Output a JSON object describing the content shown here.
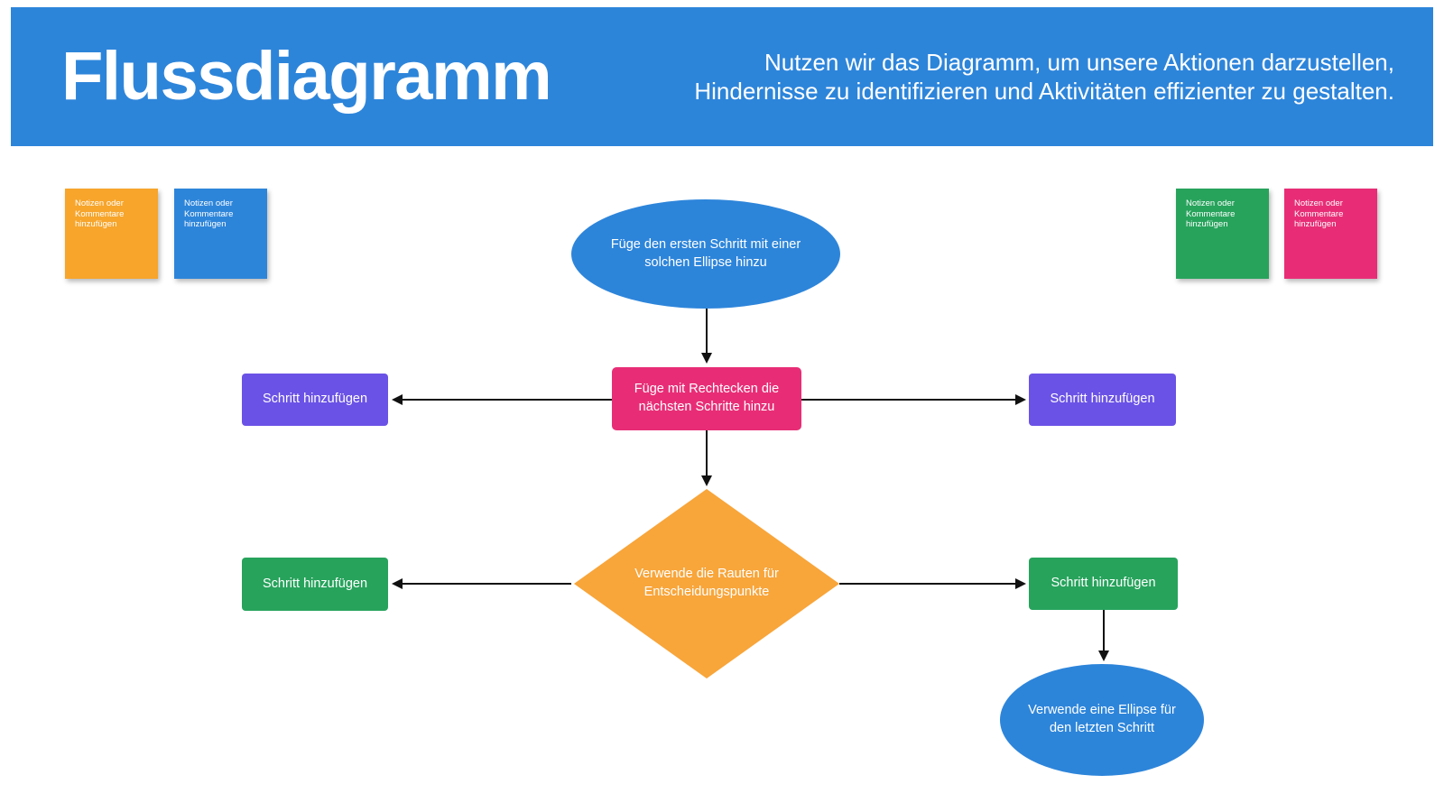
{
  "page": {
    "background": "#FFFFFF"
  },
  "header": {
    "title": "Flussdiagramm",
    "subtitle_lines": [
      "Nutzen wir das Diagramm, um unsere Aktionen darzustellen,",
      "Hindernisse zu identifizieren und Aktivitäten effizienter zu gestalten."
    ],
    "background": "#2D85DA",
    "text_color": "#FFFFFF"
  },
  "sticky_notes": [
    {
      "name": "note-orange-left",
      "text": "Notizen oder Kommentare hinzufügen",
      "color": "#F7A52B"
    },
    {
      "name": "note-blue-left",
      "text": "Notizen oder Kommentare hinzufügen",
      "color": "#2D85DA"
    },
    {
      "name": "note-green-right",
      "text": "Notizen oder Kommentare hinzufügen",
      "color": "#27A35C"
    },
    {
      "name": "note-pink-right",
      "text": "Notizen oder Kommentare hinzufügen",
      "color": "#E82D76"
    }
  ],
  "flowchart": {
    "start_ellipse": {
      "shape": "ellipse",
      "text": "Füge den ersten Schritt mit einer solchen Ellipse hinzu",
      "color": "#2D85DA"
    },
    "process_rect": {
      "shape": "rectangle",
      "text": "Füge mit Rechtecken die nächsten Schritte hinzu",
      "color": "#E82D76"
    },
    "step_left_1": {
      "shape": "rectangle",
      "text": "Schritt hinzufügen",
      "color": "#6B52E6"
    },
    "step_right_1": {
      "shape": "rectangle",
      "text": "Schritt hinzufügen",
      "color": "#6B52E6"
    },
    "decision_diamond": {
      "shape": "diamond",
      "text": "Verwende die Rauten für Entscheidungspunkte",
      "color": "#F8A53A"
    },
    "step_left_2": {
      "shape": "rectangle",
      "text": "Schritt hinzufügen",
      "color": "#27A35C"
    },
    "step_right_2": {
      "shape": "rectangle",
      "text": "Schritt hinzufügen",
      "color": "#27A35C"
    },
    "end_ellipse": {
      "shape": "ellipse",
      "text": "Verwende eine Ellipse für den letzten Schritt",
      "color": "#2D85DA"
    },
    "connector_color": "#111111"
  }
}
